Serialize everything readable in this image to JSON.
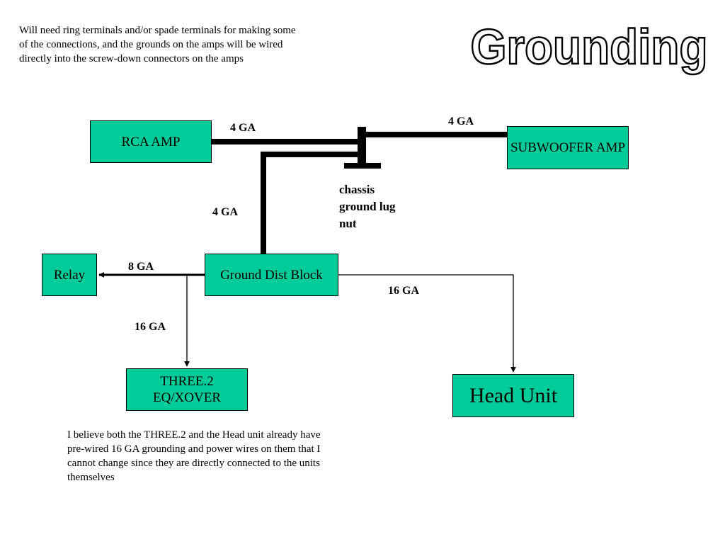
{
  "title": "Grounding",
  "notes": {
    "top": "Will need ring terminals and/or spade terminals for making some of the connections, and the grounds on the amps will be wired directly into the screw-down connectors on the amps",
    "bottom": "I believe both the THREE.2 and the Head unit already have pre-wired 16 GA grounding and power wires on them that I cannot change since they are directly connected to the units themselves"
  },
  "boxes": {
    "rca_amp": "RCA AMP",
    "subwoofer_amp": "SUBWOOFER AMP",
    "relay": "Relay",
    "ground_dist_block": "Ground Dist Block",
    "three2": "THREE.2 EQ/XOVER",
    "head_unit": "Head Unit"
  },
  "labels": {
    "rca_wire": "4 GA",
    "sub_wire": "4 GA",
    "block_wire": "4 GA",
    "relay_wire": "8 GA",
    "head_wire": "16 GA",
    "three_wire": "16 GA",
    "chassis": "chassis ground lug nut"
  },
  "colors": {
    "box_fill": "#00cc99",
    "wire": "#000000"
  }
}
